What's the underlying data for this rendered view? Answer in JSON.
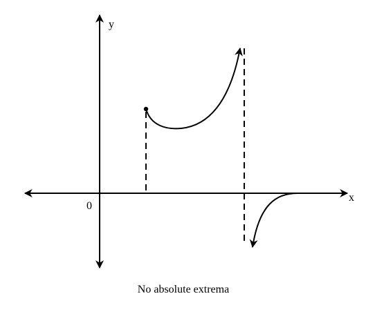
{
  "diagram": {
    "x_axis_label": "x",
    "y_axis_label": "y",
    "origin_label": "0",
    "caption": "No absolute extrema",
    "colors": {
      "stroke": "#000000",
      "background": "#ffffff"
    }
  }
}
